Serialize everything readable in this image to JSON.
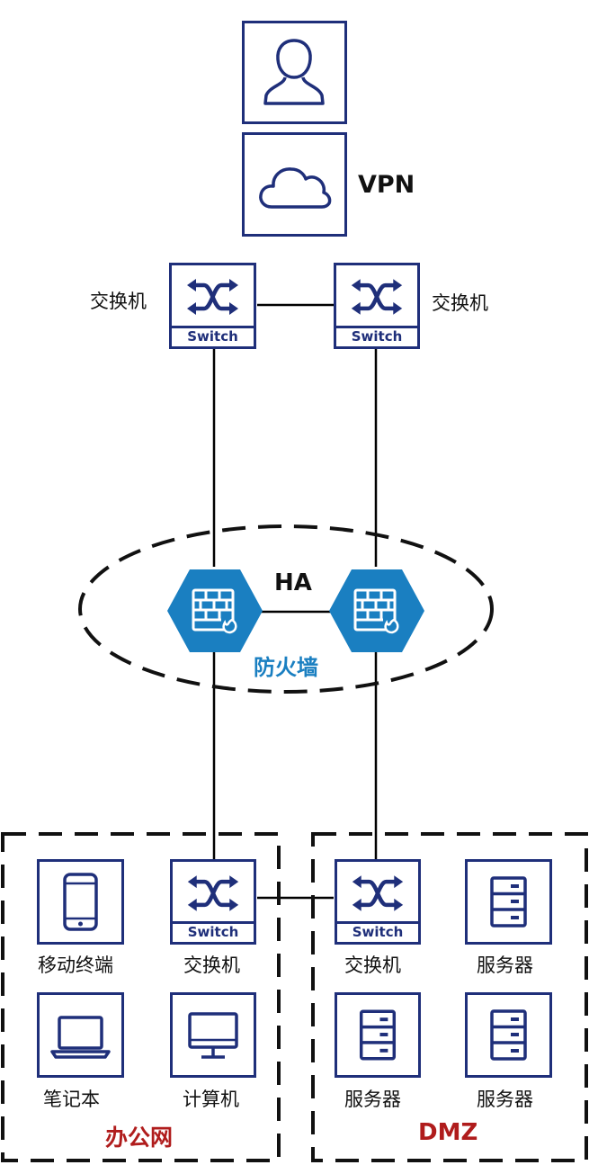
{
  "top": {
    "vpn_label": "VPN"
  },
  "core": {
    "switch_left_label": "交换机",
    "switch_right_label": "交换机",
    "switch_text": "Switch"
  },
  "firewall": {
    "ha_label": "HA",
    "label": "防火墙",
    "label_color": "#1a7fc1"
  },
  "office": {
    "zone_label": "办公网",
    "mobile_label": "移动终端",
    "switch_label": "交换机",
    "laptop_label": "笔记本",
    "computer_label": "计算机"
  },
  "dmz": {
    "zone_label": "DMZ",
    "switch_label": "交换机",
    "server1_label": "服务器",
    "server2_label": "服务器",
    "server3_label": "服务器"
  },
  "colors": {
    "icon_border": "#1f2f7a",
    "firewall_fill": "#1a7fc1",
    "zone_label": "#b01c1c"
  }
}
